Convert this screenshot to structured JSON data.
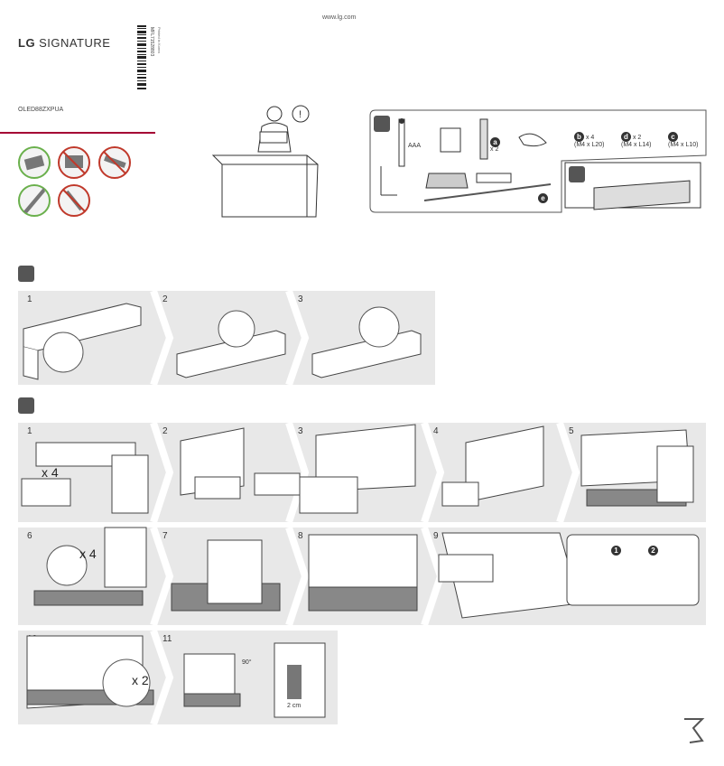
{
  "header": {
    "url": "www.lg.com",
    "brand_logo": "LG",
    "brand_name": "SIGNATURE",
    "model": "OLED88ZXPUA"
  },
  "barcode": {
    "text": "MFL71528803",
    "sub": "Printed in Korea"
  },
  "components": {
    "remote_batteries": "AAA",
    "bracket_count": "x 2",
    "screws": [
      {
        "letter": "b",
        "count": "x 4",
        "spec": "(M4 x L20)"
      },
      {
        "letter": "d",
        "count": "x 2",
        "spec": "(M4 x L14)"
      },
      {
        "letter": "c",
        "count": "",
        "spec": "(M4 x L10)"
      }
    ],
    "part_letters": {
      "a": "a",
      "e": "e"
    }
  },
  "steps_box": [
    "1",
    "2",
    "3"
  ],
  "steps_tv_row1": [
    "1",
    "2",
    "3",
    "4",
    "5"
  ],
  "steps_tv_row2": [
    "6",
    "7",
    "8",
    "9"
  ],
  "steps_tv_row3": [
    "10",
    "11"
  ],
  "annotations": {
    "s1_count": "x 4",
    "s6_count": "x 4",
    "s10_count": "x 2",
    "angle": "90°",
    "gap": "2 cm",
    "sub1": "1",
    "sub2": "2"
  },
  "colors": {
    "accent": "#a50034",
    "panel": "#e8e8e8",
    "ok": "#6ab04c",
    "warn": "#c0392b"
  },
  "icons": [
    "lg-signature-logo",
    "barcode",
    "no-touch-screen-icon",
    "accessories-icon",
    "stand-icon",
    "caution-icon",
    "toolbox-icon",
    "page-turn-arrow-icon"
  ]
}
